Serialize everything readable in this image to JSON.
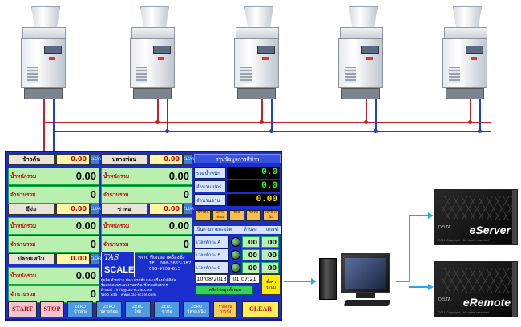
{
  "machines": [
    {
      "id": "m1"
    },
    {
      "id": "m2"
    },
    {
      "id": "m3"
    },
    {
      "id": "m4"
    },
    {
      "id": "m5"
    }
  ],
  "cells": [
    {
      "title": "ข้าวต้น",
      "value": "0.00",
      "clear": "CLEAR",
      "weight_label": "น้ำหนักรวม",
      "weight": "0.00",
      "count_label": "จำนวนรวม",
      "count": "0"
    },
    {
      "title": "ปลายท่อน",
      "value": "0.00",
      "clear": "CLEAR",
      "weight_label": "น้ำหนักรวม",
      "weight": "0.00",
      "count_label": "จำนวนรวม",
      "count": "0"
    },
    {
      "title": "ยีจ่อ",
      "value": "0.00",
      "clear": "CLEAR",
      "weight_label": "น้ำหนักรวม",
      "weight": "0.00",
      "count_label": "จำนวนรวม",
      "count": "0"
    },
    {
      "title": "ชาท่อ",
      "value": "0.00",
      "clear": "CLEAR",
      "weight_label": "น้ำหนักรวม",
      "weight": "0.00",
      "count_label": "จำนวนรวม",
      "count": "0"
    },
    {
      "title": "ปลายเหนิม",
      "value": "0.00",
      "clear": "CLEAR",
      "weight_label": "น้ำหนักรวม",
      "weight": "0.00",
      "count_label": "จำนวนรวม",
      "count": "0"
    }
  ],
  "summary": {
    "title": "สรุปข้อมูลการสีข้าว",
    "rows": [
      {
        "label": "รวมน้ำหนัก",
        "value": "0.0",
        "color": "#33ff33"
      },
      {
        "label": "จำนวนเปอร์เซ็น",
        "value": "0.0",
        "color": "#33ff33"
      },
      {
        "label": "จำนวนจาน",
        "value": "0.00",
        "color": "#ffee00"
      }
    ],
    "mini": [
      "ข้าวต้น",
      "ปลาย ท่อน",
      "ยีจ่อ",
      "ชาท่อ",
      "ปลาย เหนิม"
    ],
    "shift_head": [
      "เป็นตามรายกะผลิต",
      "ที่วันละ",
      "เกณฑ์"
    ],
    "shifts": [
      {
        "label": "เวลาพักกะ A",
        "a": "00",
        "b": "00"
      },
      {
        "label": "เวลาพักกะ B",
        "a": "00",
        "b": "00"
      },
      {
        "label": "เวลาพักกะ C",
        "a": "00",
        "b": "00"
      }
    ],
    "date": "10/08/2013",
    "time": "01:07:21",
    "reset": "เคลียร์ข้อมูลทั้งหมด",
    "yellow": "ตั้งค่า ระบบ"
  },
  "company": {
    "logo_script": "TAS",
    "logo_word": "SCALE",
    "name": "หจก. ทีเอเอส เครื่องชั่ง",
    "tel": "TEL. 086-3663-387\n090-9709-613",
    "info": "ผู้ผลิต จำหน่าย ซ่อม ตราชั่ง และเครื่องชั่งดิจิตัล\nรับออกแบบระบบงานเครื่องชั่งตามต้องการ\nE-mail : info@tas-scale.com\nWeb Site : www.tas-scale.com"
  },
  "buttons": [
    {
      "label": "START",
      "bg": "#f5c6d2",
      "color": "#c00000"
    },
    {
      "label": "STOP",
      "bg": "#f5c6d2",
      "color": "#c00000"
    },
    {
      "label": "ZERO\nข้าวต้น",
      "bg": "#4f9be0",
      "color": "#ffffff"
    },
    {
      "label": "ZERO\nปลายท่อน",
      "bg": "#4f9be0",
      "color": "#ffffff"
    },
    {
      "label": "ZERO\nยีจ่อ",
      "bg": "#4f9be0",
      "color": "#ffffff"
    },
    {
      "label": "ZERO\nชาท่อ",
      "bg": "#4f9be0",
      "color": "#ffffff"
    },
    {
      "label": "ZERO\nปลายเหนิม",
      "bg": "#4f9be0",
      "color": "#ffffff"
    },
    {
      "label": "รายงาน\nการชั่ง",
      "bg": "#f3d25a",
      "color": "#c00000"
    },
    {
      "label": "CLEAR",
      "bg": "#ffee58",
      "color": "#c00000"
    }
  ],
  "software": [
    {
      "brand": "DELTA",
      "name": "eServer",
      "foot": "2011 Copyright - All rights reserved"
    },
    {
      "brand": "DELTA",
      "name": "eRemote",
      "foot": "2011 Copyright - All rights reserved"
    }
  ],
  "colors": {
    "bus_red": "#c8202a",
    "bus_blue": "#1f3fd0",
    "panel_bg": "#1b2fcf",
    "link": "#29a9e0"
  }
}
